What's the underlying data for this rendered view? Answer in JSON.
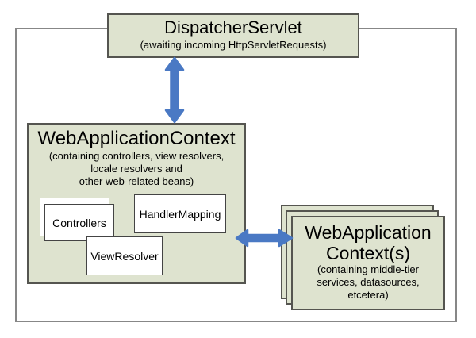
{
  "colors": {
    "box_fill": "#dee3cf",
    "box_border": "#555550",
    "outer_border": "#878787",
    "arrow_blue": "#4a79c4",
    "text_color": "#000000"
  },
  "dispatcher": {
    "title": "DispatcherServlet",
    "subtitle": "(awaiting incoming HttpServletRequests)"
  },
  "web_application_context": {
    "title": "WebApplicationContext",
    "subtitle_lines": [
      "(containing controllers, view resolvers,",
      "locale resolvers and",
      "other web-related beans)"
    ],
    "controllers_label": "Controllers",
    "handler_mapping_label": "HandlerMapping",
    "view_resolver_label": "ViewResolver"
  },
  "root_contexts": {
    "title_lines": [
      "WebApplication",
      "Context(s)"
    ],
    "subtitle_lines": [
      "(containing middle-tier",
      "services, datasources,",
      "etcetera)"
    ]
  },
  "icons": {
    "vertical_arrow": "double-headed-arrow-vertical",
    "horizontal_arrow": "double-headed-arrow-horizontal"
  }
}
